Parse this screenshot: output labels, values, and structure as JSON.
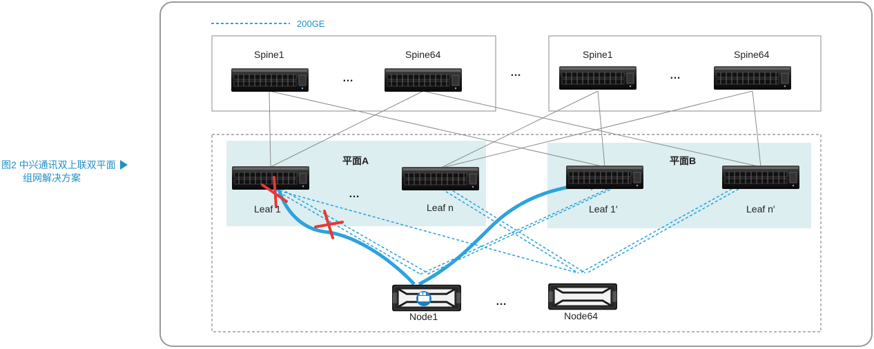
{
  "caption": {
    "line1": "图2  中兴通讯双上联双平面",
    "line2": "组网解决方案"
  },
  "legend": {
    "label": "200GE",
    "color": "#2ba3dd"
  },
  "spines": {
    "group_left": {
      "first": "Spine1",
      "last": "Spine64"
    },
    "group_right": {
      "first": "Spine1",
      "last": "Spine64"
    }
  },
  "planes": {
    "a": {
      "label": "平面A",
      "leaf_first": "Leaf 1",
      "leaf_last": "Leaf n"
    },
    "b": {
      "label": "平面B",
      "leaf_first": "Leaf 1′",
      "leaf_last": "Leaf n′"
    }
  },
  "nodes": {
    "first": "Node1",
    "last": "Node64"
  },
  "ellipsis": "…",
  "colors": {
    "plane_bg": "#dceef0",
    "flow": "#2ba3dd",
    "fault": "#e53935",
    "link": "#8a8a8a",
    "frame": "#9a9a9a"
  }
}
